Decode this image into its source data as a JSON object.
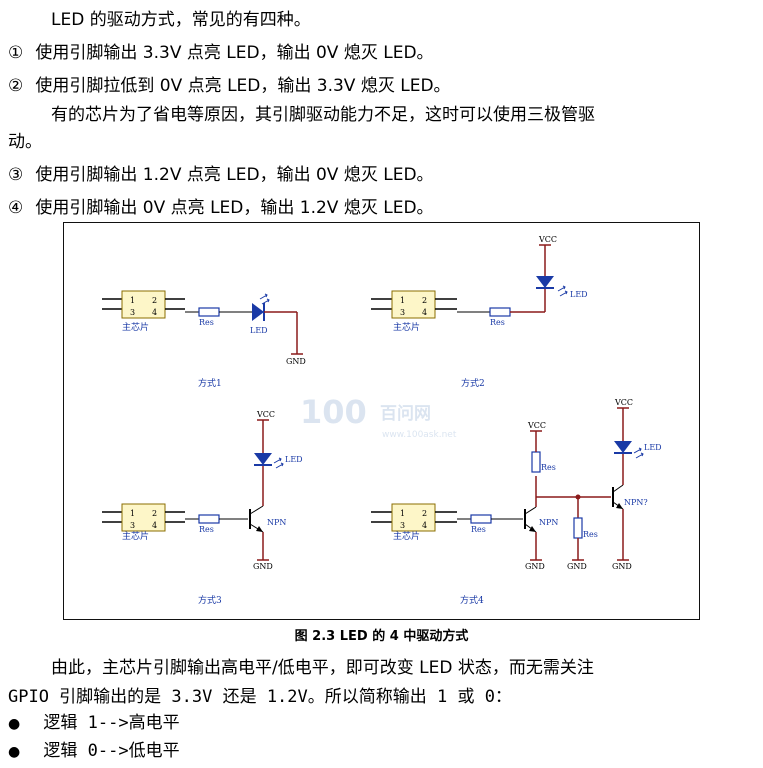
{
  "intro": "LED 的驱动方式，常见的有四种。",
  "items": [
    {
      "marker": "①",
      "text": "使用引脚输出 3.3V 点亮 LED，输出 0V 熄灭 LED。"
    },
    {
      "marker": "②",
      "text": "使用引脚拉低到 0V 点亮 LED，输出 3.3V 熄灭 LED。"
    }
  ],
  "note_line1": "有的芯片为了省电等原因，其引脚驱动能力不足，这时可以使用三极管驱",
  "note_line2": "动。",
  "items2": [
    {
      "marker": "③",
      "text": "使用引脚输出 1.2V 点亮 LED，输出 0V 熄灭 LED。"
    },
    {
      "marker": "④",
      "text": "使用引脚输出 0V 点亮 LED，输出 1.2V 熄灭 LED。"
    }
  ],
  "diagram": {
    "chip_label": "主芯片",
    "pins": [
      "1",
      "2",
      "3",
      "4"
    ],
    "res": "Res",
    "led": "LED",
    "gnd": "GND",
    "vcc": "VCC",
    "npn": "NPN",
    "npn2": "NPN?",
    "modes": [
      "方式1",
      "方式2",
      "方式3",
      "方式4"
    ],
    "watermark_num": "100",
    "watermark_name": "百问网",
    "watermark_url": "www.100ask.net"
  },
  "caption": "图 2.3 LED 的 4 中驱动方式",
  "summary_line1": "由此，主芯片引脚输出高电平/低电平，即可改变 LED 状态，而无需关注",
  "summary_line2": "GPIO 引脚输出的是 3.3V 还是 1.2V。所以简称输出 1 或 0：",
  "bullets": [
    {
      "symbol": "●",
      "text": "逻辑 1-->高电平"
    },
    {
      "symbol": "●",
      "text": "逻辑 0-->低电平"
    }
  ]
}
